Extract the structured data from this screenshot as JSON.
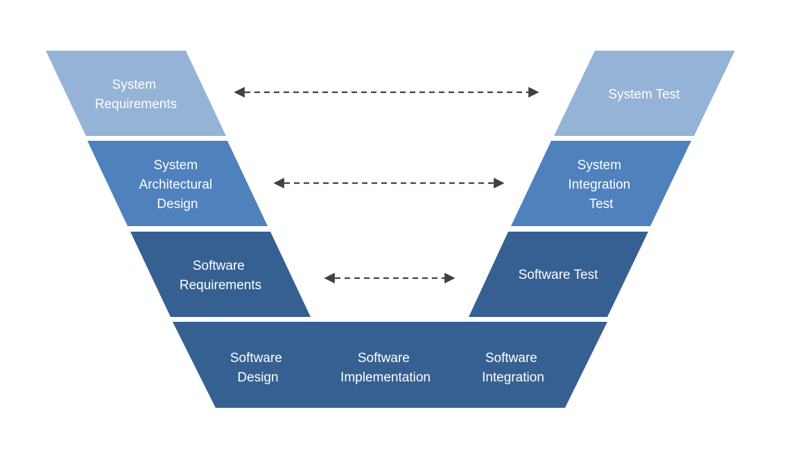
{
  "colors": {
    "level1": "#95b3d7",
    "level2": "#4f81bd",
    "level3": "#366092",
    "connector": "#404040",
    "label": "#ffffff",
    "background": "#ffffff"
  },
  "left_blocks": [
    {
      "lines": [
        "System",
        "Requirements"
      ]
    },
    {
      "lines": [
        "System",
        "Architectural",
        "Design"
      ]
    },
    {
      "lines": [
        "Software",
        "Requirements"
      ]
    }
  ],
  "right_blocks": [
    {
      "lines": [
        "System Test"
      ]
    },
    {
      "lines": [
        "System",
        "Integration",
        "Test"
      ]
    },
    {
      "lines": [
        "Software Test"
      ]
    }
  ],
  "bottom_block": {
    "items": [
      {
        "lines": [
          "Software",
          "Design"
        ]
      },
      {
        "lines": [
          "Software",
          "Implementation"
        ]
      },
      {
        "lines": [
          "Software",
          "Integration"
        ]
      }
    ]
  },
  "connectors": [
    {
      "from": "System Requirements",
      "to": "System Test",
      "style": "dashed",
      "arrows": "both"
    },
    {
      "from": "System Architectural Design",
      "to": "System Integration Test",
      "style": "dashed",
      "arrows": "both"
    },
    {
      "from": "Software Requirements",
      "to": "Software Test",
      "style": "dashed",
      "arrows": "both"
    }
  ]
}
